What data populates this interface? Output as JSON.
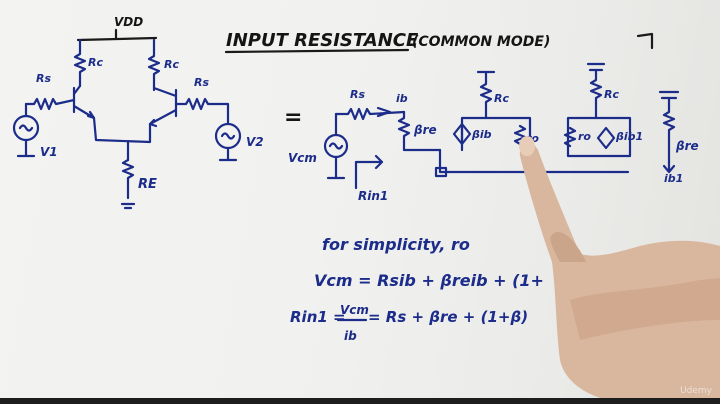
{
  "title": "INPUT RESISTANCE",
  "subtitle": "(COMMON MODE)",
  "circuit_left": {
    "vdd": "VDD",
    "rc_left": "Rc",
    "rc_right": "Rc",
    "rs_left": "Rs",
    "rs_right": "Rs",
    "v1": "V1",
    "v2": "V2",
    "re": "RE"
  },
  "equals": "=",
  "circuit_right": {
    "rs": "Rs",
    "ib": "ib",
    "beta_re_left": "βre",
    "rc_mid": "Rc",
    "beta_ib": "βib",
    "ro_mid": "ro",
    "rc_right": "Rc",
    "ro_right": "ro",
    "beta_ib1": "βib1",
    "beta_re_right": "βre",
    "ib1": "ib1",
    "vcm": "Vcm",
    "rin1": "Rin1"
  },
  "equations": {
    "line1": "for simplicity, ro",
    "line2": "Vcm = Rsib + βreib + (1+",
    "line3_lhs": "Rin1 =",
    "line3_frac_num": "Vcm",
    "line3_frac_den": "ib",
    "line3_rhs": "= Rs + βre + (1+β)"
  },
  "watermark": "Udemy"
}
